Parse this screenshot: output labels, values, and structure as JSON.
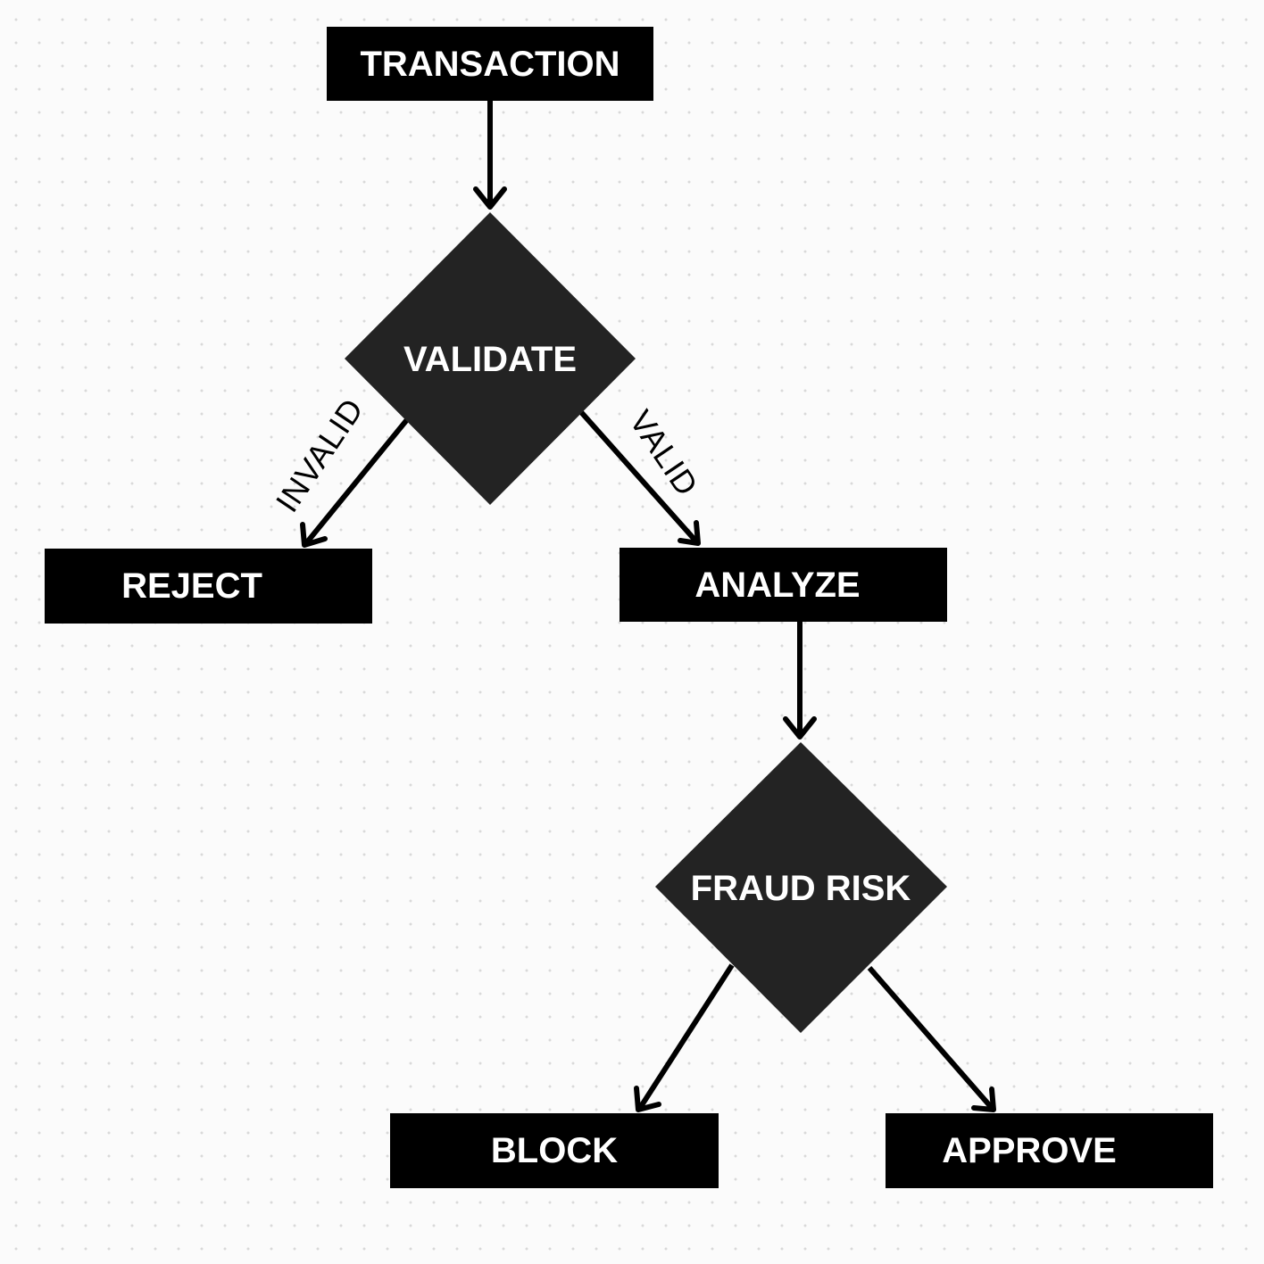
{
  "diagram": {
    "nodes": {
      "transaction": {
        "label": "TRANSACTION",
        "shape": "rectangle"
      },
      "validate": {
        "label": "VALIDATE",
        "shape": "diamond"
      },
      "reject": {
        "label": "REJECT",
        "shape": "rectangle"
      },
      "analyze": {
        "label": "ANALYZE",
        "shape": "rectangle"
      },
      "fraud_risk": {
        "label": "FRAUD RISK",
        "shape": "diamond"
      },
      "block": {
        "label": "BLOCK",
        "shape": "rectangle"
      },
      "approve": {
        "label": "APPROVE",
        "shape": "rectangle"
      }
    },
    "edges": {
      "transaction_to_validate": {
        "from": "TRANSACTION",
        "to": "VALIDATE",
        "label": ""
      },
      "validate_to_reject": {
        "from": "VALIDATE",
        "to": "REJECT",
        "label": "INVALID"
      },
      "validate_to_analyze": {
        "from": "VALIDATE",
        "to": "ANALYZE",
        "label": "VALID"
      },
      "analyze_to_fraud_risk": {
        "from": "ANALYZE",
        "to": "FRAUD RISK",
        "label": ""
      },
      "fraud_risk_to_block": {
        "from": "FRAUD RISK",
        "to": "BLOCK",
        "label": ""
      },
      "fraud_risk_to_approve": {
        "from": "FRAUD RISK",
        "to": "APPROVE",
        "label": ""
      }
    },
    "colors": {
      "box_fill": "#000000",
      "diamond_fill": "#232323",
      "node_text": "#ffffff",
      "edge_stroke": "#000000",
      "background": "#fbfbfb"
    }
  }
}
